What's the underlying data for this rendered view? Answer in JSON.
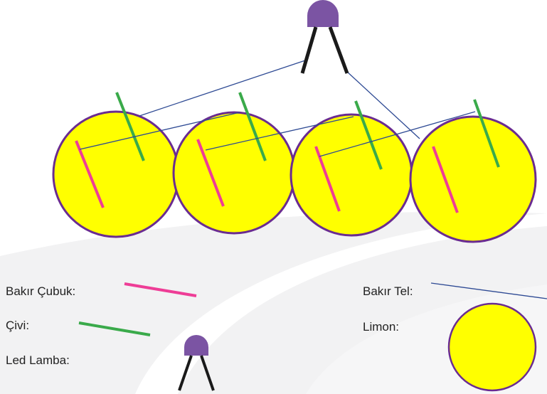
{
  "colors": {
    "lemon_fill": "#ffff00",
    "lemon_stroke": "#6a2c91",
    "copper_rod": "#ee3d96",
    "nail": "#3aaa4a",
    "copper_wire": "#2e4a94",
    "led_body": "#7b54a3",
    "led_legs": "#1a1a1a"
  },
  "diagram": {
    "lemon_count": 4,
    "components": [
      "Limon",
      "Bakır Çubuk",
      "Çivi",
      "Bakır Tel",
      "Led Lamba"
    ]
  },
  "legend": {
    "copper_rod": "Bakır Çubuk:",
    "nail": "Çivi:",
    "led": "Led Lamba:",
    "copper_wire": "Bakır Tel:",
    "lemon": "Limon:"
  }
}
